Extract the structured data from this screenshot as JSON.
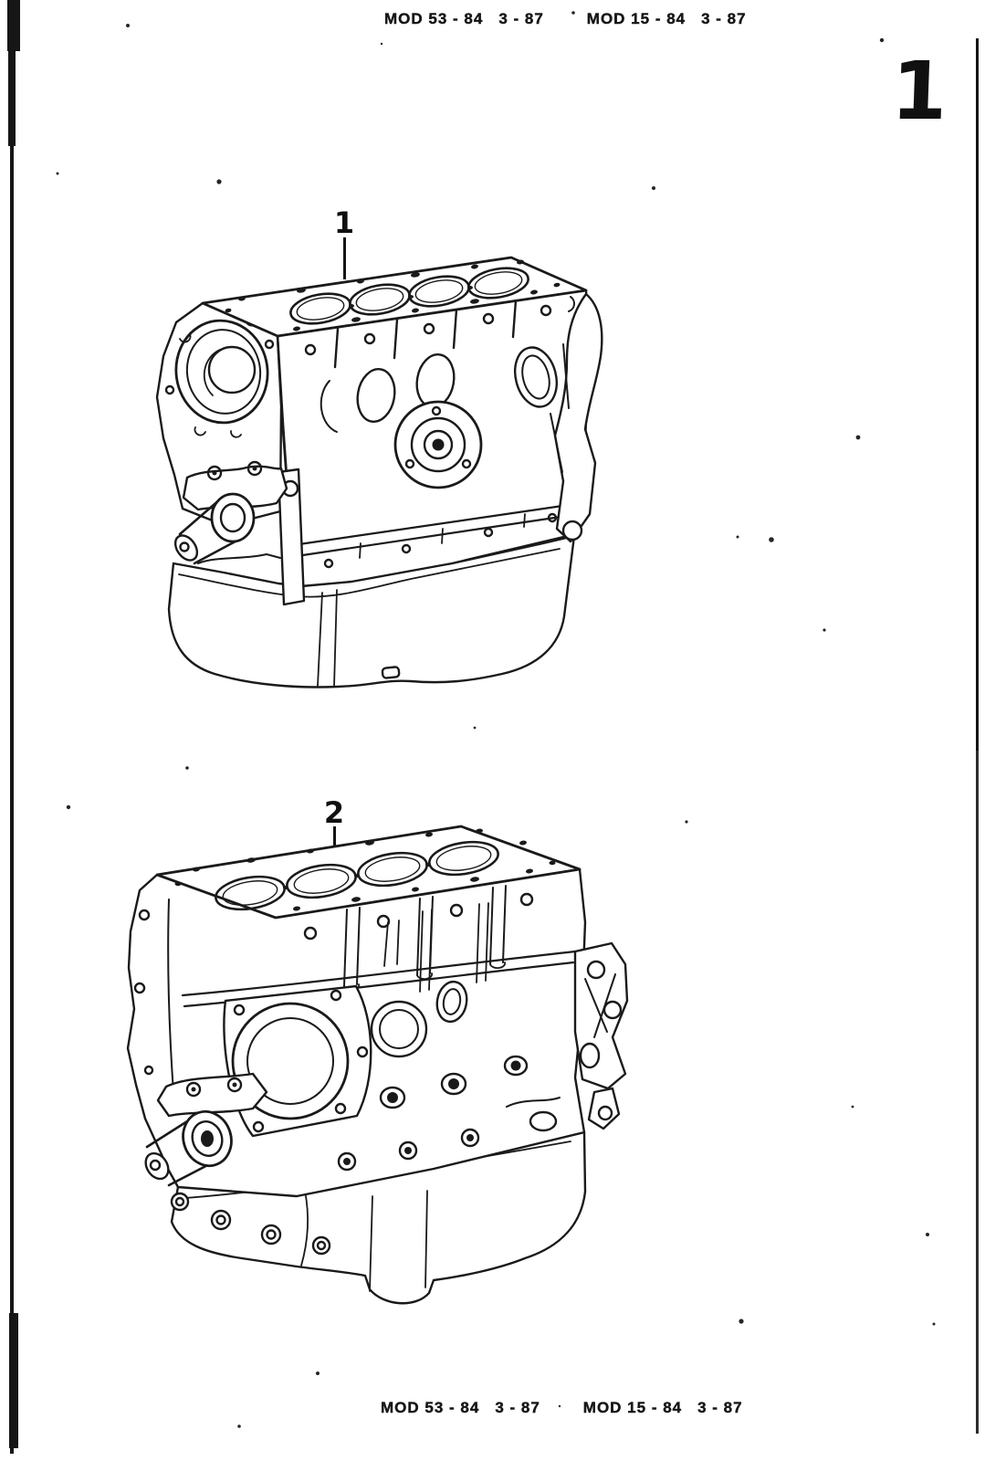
{
  "page": {
    "header": {
      "entries": [
        {
          "model": "MOD 53 - 84",
          "date": "3 - 87"
        },
        {
          "model": "MOD 15 - 84",
          "date": "3 - 87"
        }
      ]
    },
    "footer": {
      "entries": [
        {
          "model": "MOD 53 - 84",
          "date": "3 - 87"
        },
        {
          "model": "MOD 15 - 84",
          "date": "3 - 87"
        }
      ]
    },
    "section_number": "1",
    "figures": [
      {
        "callout": "1"
      },
      {
        "callout": "2"
      }
    ],
    "colors": {
      "ink": "#1a1a1a",
      "paper": "#ffffff"
    }
  }
}
